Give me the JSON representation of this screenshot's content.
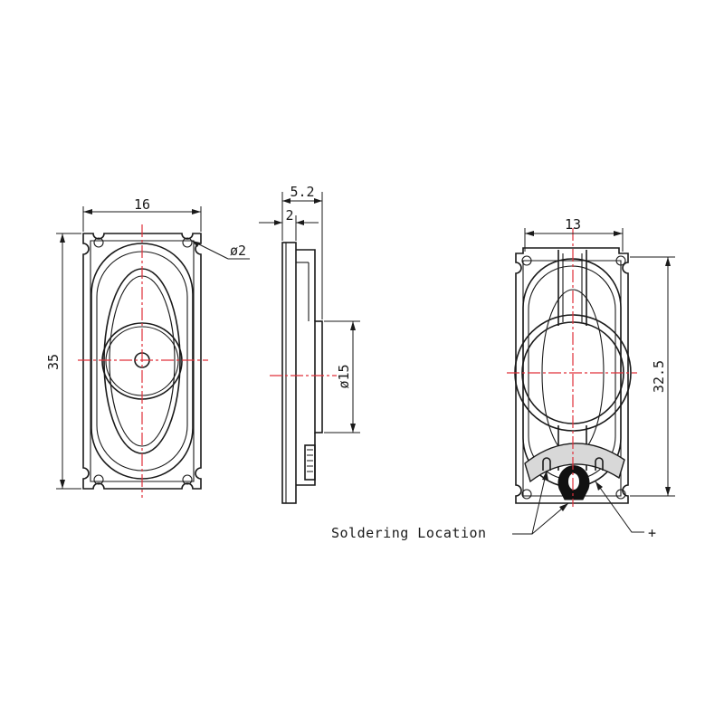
{
  "front_view": {
    "width_dim": "16",
    "height_dim": "35",
    "hole_dim": "ø2"
  },
  "side_view": {
    "depth_dim": "5.2",
    "flange_dim": "2",
    "magnet_dim": "ø15"
  },
  "rear_view": {
    "width_dim": "13",
    "height_dim": "32.5"
  },
  "annotations": {
    "soldering": "Soldering Location",
    "positive": "+"
  },
  "colors": {
    "line": "#1a1a1a",
    "centerline": "#e0303a",
    "solder_pad": "#d8d8d8"
  }
}
